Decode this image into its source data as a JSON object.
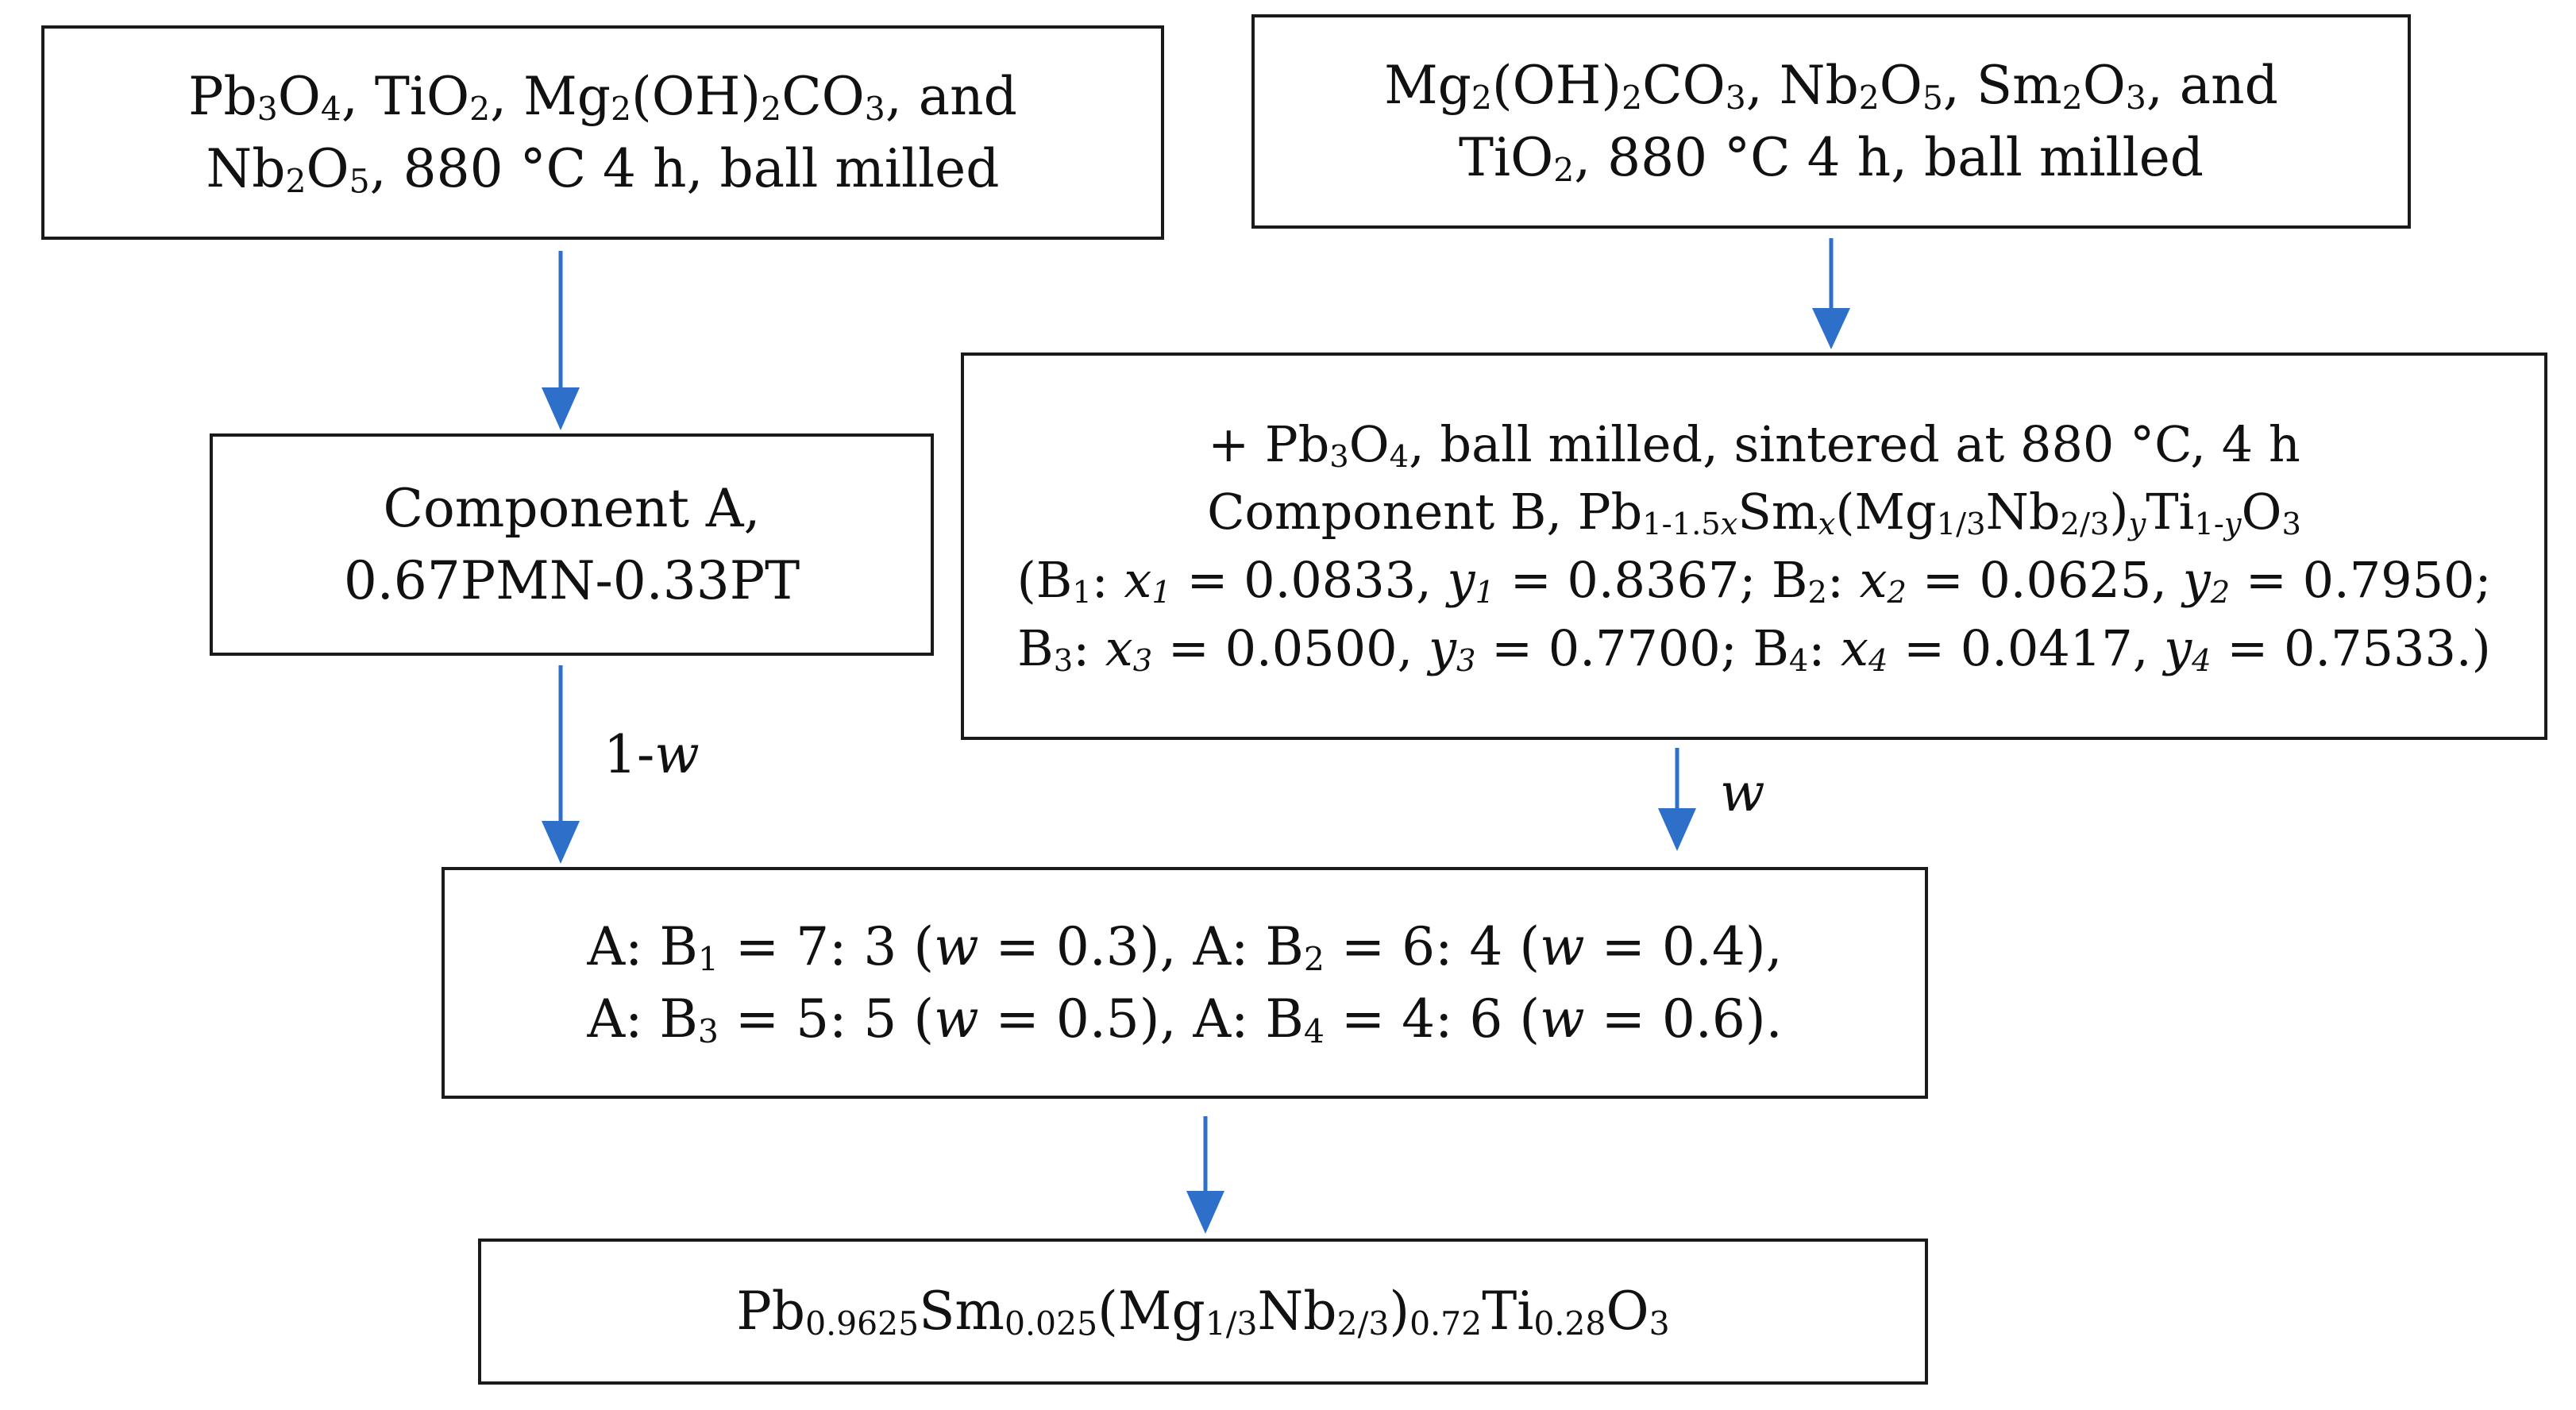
{
  "colors": {
    "arrow": "#2e6fc9",
    "border": "#1a1a1a",
    "text": "#111111"
  },
  "nodes": {
    "raw_a": {
      "line1": [
        {
          "t": "Pb"
        },
        {
          "t": "3",
          "s": true
        },
        {
          "t": "O"
        },
        {
          "t": "4",
          "s": true
        },
        {
          "t": ", TiO"
        },
        {
          "t": "2",
          "s": true
        },
        {
          "t": ", Mg"
        },
        {
          "t": "2",
          "s": true
        },
        {
          "t": "(OH)"
        },
        {
          "t": "2",
          "s": true
        },
        {
          "t": "CO"
        },
        {
          "t": "3",
          "s": true
        },
        {
          "t": ", and"
        }
      ],
      "line2": [
        {
          "t": "Nb"
        },
        {
          "t": "2",
          "s": true
        },
        {
          "t": "O"
        },
        {
          "t": "5",
          "s": true
        },
        {
          "t": ", 880 °C 4 h,  ball milled"
        }
      ]
    },
    "raw_b": {
      "line1": [
        {
          "t": "Mg"
        },
        {
          "t": "2",
          "s": true
        },
        {
          "t": "(OH)"
        },
        {
          "t": "2",
          "s": true
        },
        {
          "t": "CO"
        },
        {
          "t": "3",
          "s": true
        },
        {
          "t": ", Nb"
        },
        {
          "t": "2",
          "s": true
        },
        {
          "t": "O"
        },
        {
          "t": "5",
          "s": true
        },
        {
          "t": ", Sm"
        },
        {
          "t": "2",
          "s": true
        },
        {
          "t": "O"
        },
        {
          "t": "3",
          "s": true
        },
        {
          "t": ", and"
        }
      ],
      "line2": [
        {
          "t": "TiO"
        },
        {
          "t": "2",
          "s": true
        },
        {
          "t": ", 880 °C 4 h, ball milled"
        }
      ]
    },
    "component_a": {
      "line1": [
        {
          "t": "Component A,"
        }
      ],
      "line2": [
        {
          "t": "0.67PMN-0.33PT"
        }
      ]
    },
    "component_b": {
      "line1": [
        {
          "t": "+ Pb"
        },
        {
          "t": "3",
          "s": true
        },
        {
          "t": "O"
        },
        {
          "t": "4",
          "s": true
        },
        {
          "t": ", ball milled, sintered at 880 °C, 4 h"
        }
      ],
      "line2": [
        {
          "t": "Component B, Pb"
        },
        {
          "t": "1-1.5",
          "s": true
        },
        {
          "t": "x",
          "s": true,
          "i": true
        },
        {
          "t": "Sm"
        },
        {
          "t": "x",
          "s": true,
          "i": true
        },
        {
          "t": "(Mg"
        },
        {
          "t": "1/3",
          "s": true
        },
        {
          "t": "Nb"
        },
        {
          "t": "2/3",
          "s": true
        },
        {
          "t": ")"
        },
        {
          "t": "y",
          "s": true,
          "i": true
        },
        {
          "t": "Ti"
        },
        {
          "t": "1-",
          "s": true
        },
        {
          "t": "y",
          "s": true,
          "i": true
        },
        {
          "t": "O"
        },
        {
          "t": "3",
          "s": true
        }
      ],
      "line3": [
        {
          "t": "(B"
        },
        {
          "t": "1",
          "s": true
        },
        {
          "t": ": "
        },
        {
          "t": "x",
          "i": true
        },
        {
          "t": "1",
          "s": true,
          "i": true
        },
        {
          "t": " = 0.0833, "
        },
        {
          "t": "y",
          "i": true
        },
        {
          "t": "1",
          "s": true,
          "i": true
        },
        {
          "t": " = 0.8367; B"
        },
        {
          "t": "2",
          "s": true
        },
        {
          "t": ": "
        },
        {
          "t": "x",
          "i": true
        },
        {
          "t": "2",
          "s": true,
          "i": true
        },
        {
          "t": " = 0.0625, "
        },
        {
          "t": "y",
          "i": true
        },
        {
          "t": "2",
          "s": true,
          "i": true
        },
        {
          "t": " = 0.7950;"
        }
      ],
      "line4": [
        {
          "t": "B"
        },
        {
          "t": "3",
          "s": true
        },
        {
          "t": ": "
        },
        {
          "t": "x",
          "i": true
        },
        {
          "t": "3",
          "s": true,
          "i": true
        },
        {
          "t": " = 0.0500, "
        },
        {
          "t": "y",
          "i": true
        },
        {
          "t": "3",
          "s": true,
          "i": true
        },
        {
          "t": " = 0.7700; B"
        },
        {
          "t": "4",
          "s": true
        },
        {
          "t": ": "
        },
        {
          "t": "x",
          "i": true
        },
        {
          "t": "4",
          "s": true,
          "i": true
        },
        {
          "t": " = 0.0417, "
        },
        {
          "t": "y",
          "i": true
        },
        {
          "t": "4",
          "s": true,
          "i": true
        },
        {
          "t": " = 0.7533.)"
        }
      ]
    },
    "mixing": {
      "line1": [
        {
          "t": "A: B"
        },
        {
          "t": "1",
          "s": true
        },
        {
          "t": " = 7: 3 ("
        },
        {
          "t": "w",
          "i": true
        },
        {
          "t": " = 0.3), A: B"
        },
        {
          "t": "2",
          "s": true
        },
        {
          "t": " = 6: 4 ("
        },
        {
          "t": "w",
          "i": true
        },
        {
          "t": " = 0.4),"
        }
      ],
      "line2": [
        {
          "t": "A: B"
        },
        {
          "t": "3",
          "s": true
        },
        {
          "t": " = 5: 5 ("
        },
        {
          "t": "w",
          "i": true
        },
        {
          "t": " = 0.5), A: B"
        },
        {
          "t": "4",
          "s": true
        },
        {
          "t": " = 4: 6 ("
        },
        {
          "t": "w",
          "i": true
        },
        {
          "t": " = 0.6)."
        }
      ]
    },
    "final": {
      "line1": [
        {
          "t": "Pb"
        },
        {
          "t": "0.9625",
          "s": true
        },
        {
          "t": "Sm"
        },
        {
          "t": "0.025",
          "s": true
        },
        {
          "t": "(Mg"
        },
        {
          "t": "1/3",
          "s": true
        },
        {
          "t": "Nb"
        },
        {
          "t": "2/3",
          "s": true
        },
        {
          "t": ")"
        },
        {
          "t": "0.72",
          "s": true
        },
        {
          "t": "Ti"
        },
        {
          "t": "0.28",
          "s": true
        },
        {
          "t": "O"
        },
        {
          "t": "3",
          "s": true
        }
      ]
    }
  },
  "edge_labels": {
    "a_weight": [
      {
        "t": "1-"
      },
      {
        "t": "w",
        "i": true
      }
    ],
    "b_weight": [
      {
        "t": "w",
        "i": true
      }
    ]
  }
}
